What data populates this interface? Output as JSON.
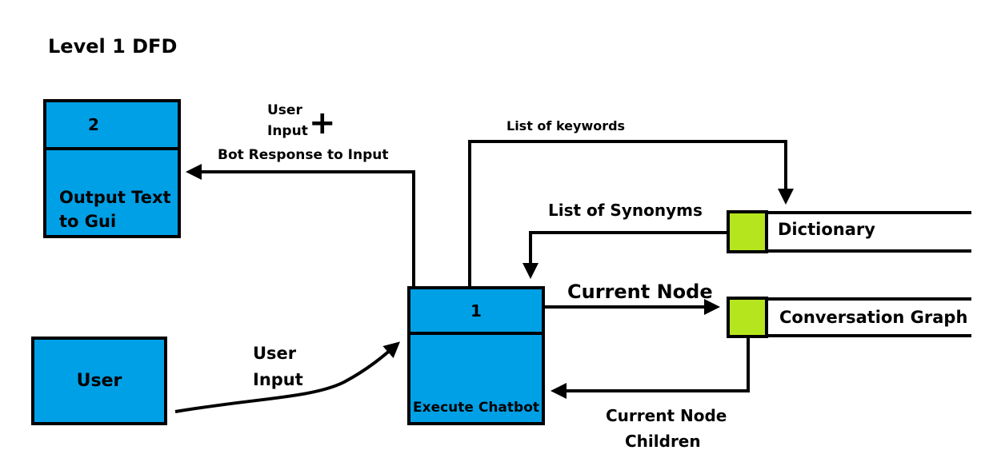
{
  "title": "Level 1 DFD",
  "colors": {
    "process": "#00a0e6",
    "store": "#b5e61d",
    "line": "#000000"
  },
  "process_output": {
    "number": "2",
    "label_line1": "Output Text",
    "label_line2": "to Gui"
  },
  "process_execute": {
    "number": "1",
    "label": "Execute Chatbot"
  },
  "entity_user": {
    "label": "User"
  },
  "store_dictionary": {
    "label": "Dictionary"
  },
  "store_graph": {
    "label": "Conversation Graph"
  },
  "flows": {
    "user_input_top_line1": "User",
    "user_input_top_line2": "Input",
    "plus_sign": "+",
    "bot_response": "Bot Response to Input",
    "list_of_keywords": "List of keywords",
    "list_of_synonyms": "List of Synonyms",
    "current_node": "Current Node",
    "user_input_line1": "User",
    "user_input_line2": "Input",
    "children_line1": "Current Node",
    "children_line2": "Children"
  }
}
